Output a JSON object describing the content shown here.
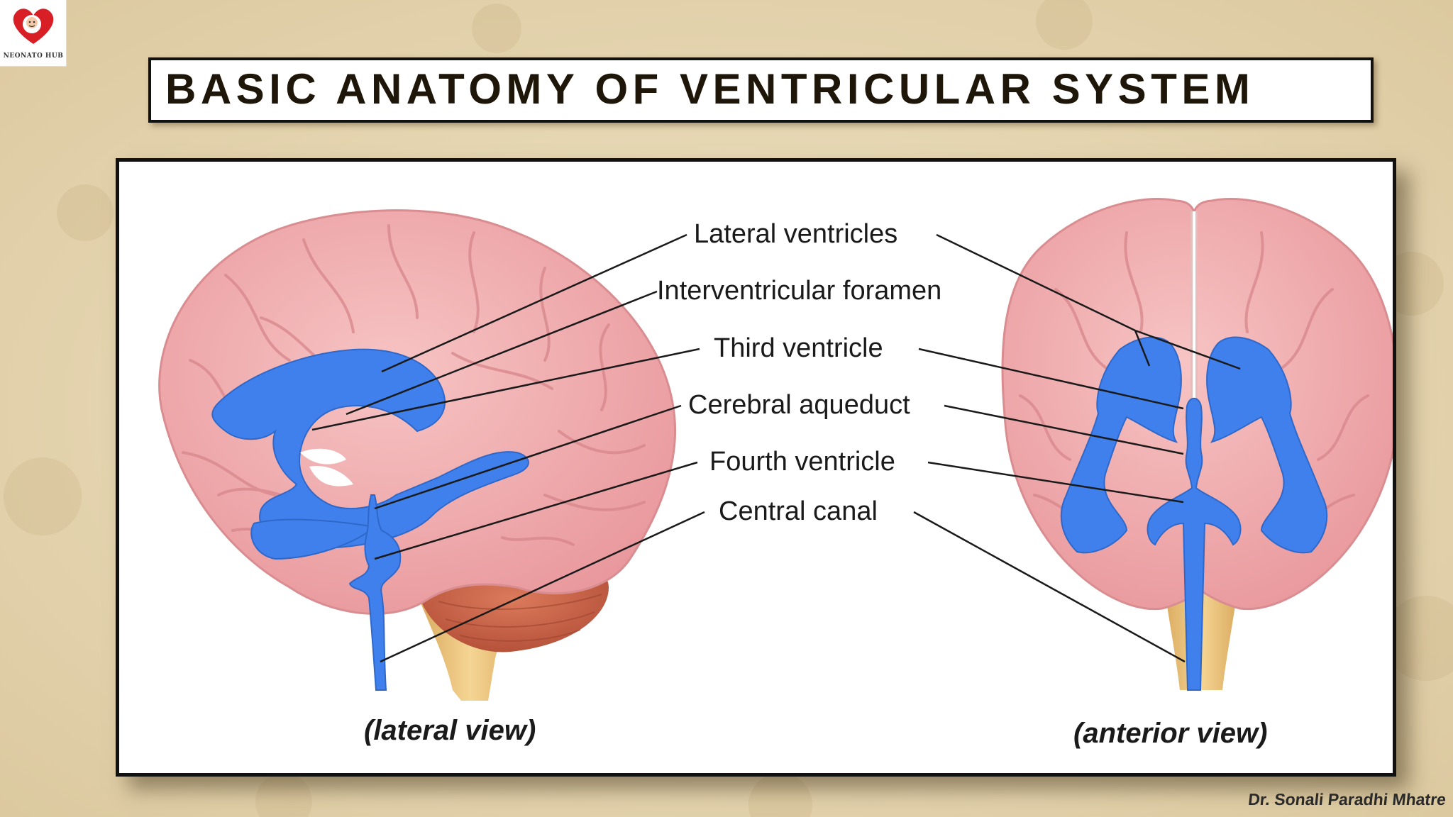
{
  "slide": {
    "title": "BASIC ANATOMY OF VENTRICULAR SYSTEM",
    "credit": "Dr. Sonali Paradhi Mhatre"
  },
  "logo": {
    "text": "NEONATO HUB",
    "icon": "heart-baby-logo-icon"
  },
  "diagram": {
    "labels": [
      "Lateral ventricles",
      "Interventricular foramen",
      "Third ventricle",
      "Cerebral aqueduct",
      "Fourth ventricle",
      "Central canal"
    ],
    "views": {
      "lateral": "(lateral view)",
      "anterior": "(anterior view)"
    }
  },
  "colors": {
    "ventricle_blue": "#3f80ec",
    "brain_pink": "#f0a9ac",
    "cerebellum": "#c8644a",
    "brainstem": "#e9c07a",
    "background": "#e6d7b5"
  }
}
